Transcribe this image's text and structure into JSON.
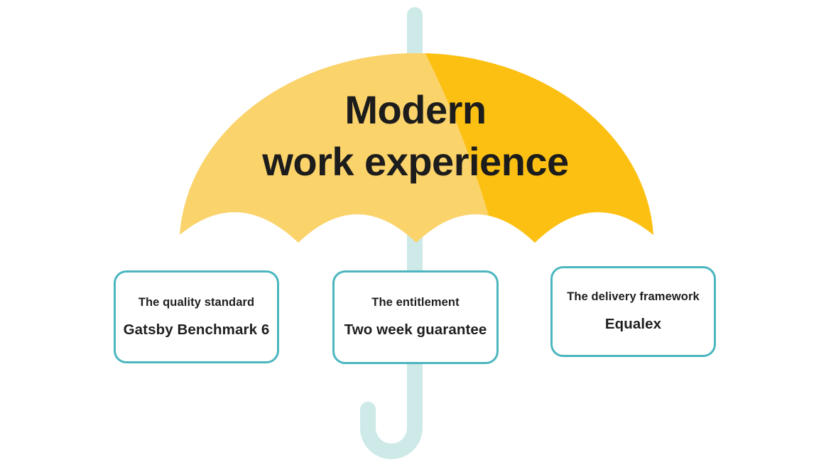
{
  "diagram": {
    "title_line1": "Modern",
    "title_line2": "work experience",
    "graphic": "umbrella-icon",
    "colors": {
      "canopy_light": "#FBD36B",
      "canopy_dark": "#FCC013",
      "pole": "#CDE9E8",
      "card_border": "#4BB6BF",
      "text": "#1C1C1C",
      "background": "#FFFFFF"
    }
  },
  "cards": [
    {
      "label": "The quality standard",
      "value": "Gatsby Benchmark 6"
    },
    {
      "label": "The entitlement",
      "value": "Two week guarantee"
    },
    {
      "label": "The delivery framework",
      "value": "Equalex"
    }
  ]
}
